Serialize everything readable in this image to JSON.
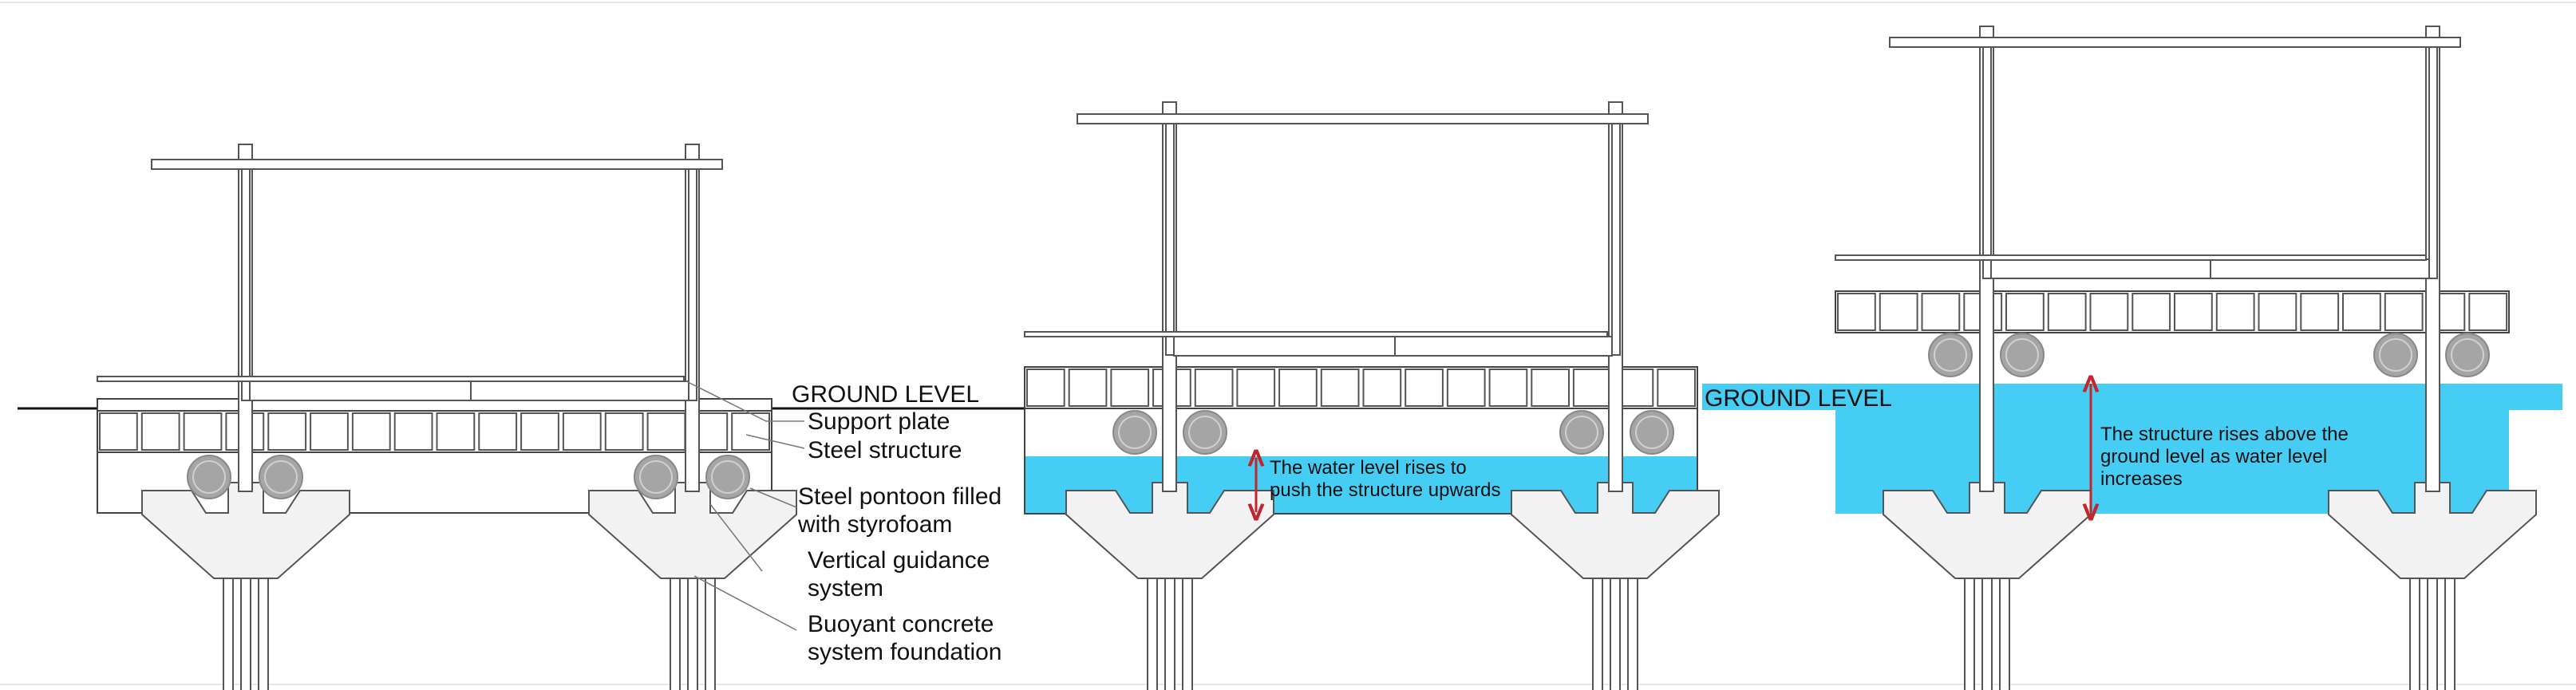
{
  "labels": {
    "ground_level": "GROUND LEVEL",
    "support_plate": "Support plate",
    "steel_structure": "Steel structure",
    "pontoon_line1": "Steel pontoon filled",
    "pontoon_line2": "with styrofoam",
    "guidance_line1": "Vertical guidance",
    "guidance_line2": "system",
    "foundation_line1": "Buoyant concrete",
    "foundation_line2": "system foundation"
  },
  "panel2": {
    "note_line1": "The water level rises to",
    "note_line2": "push the structure upwards"
  },
  "panel3": {
    "ground_level": "GROUND LEVEL",
    "note_line1": "The structure rises above the",
    "note_line2": "ground level as water level",
    "note_line3": "increases"
  },
  "colors": {
    "water": "#46cdf4",
    "arrow": "#c0262b",
    "stroke": "#444444",
    "roller": "#a5a5a5",
    "foundation": "#f2f2f2"
  }
}
